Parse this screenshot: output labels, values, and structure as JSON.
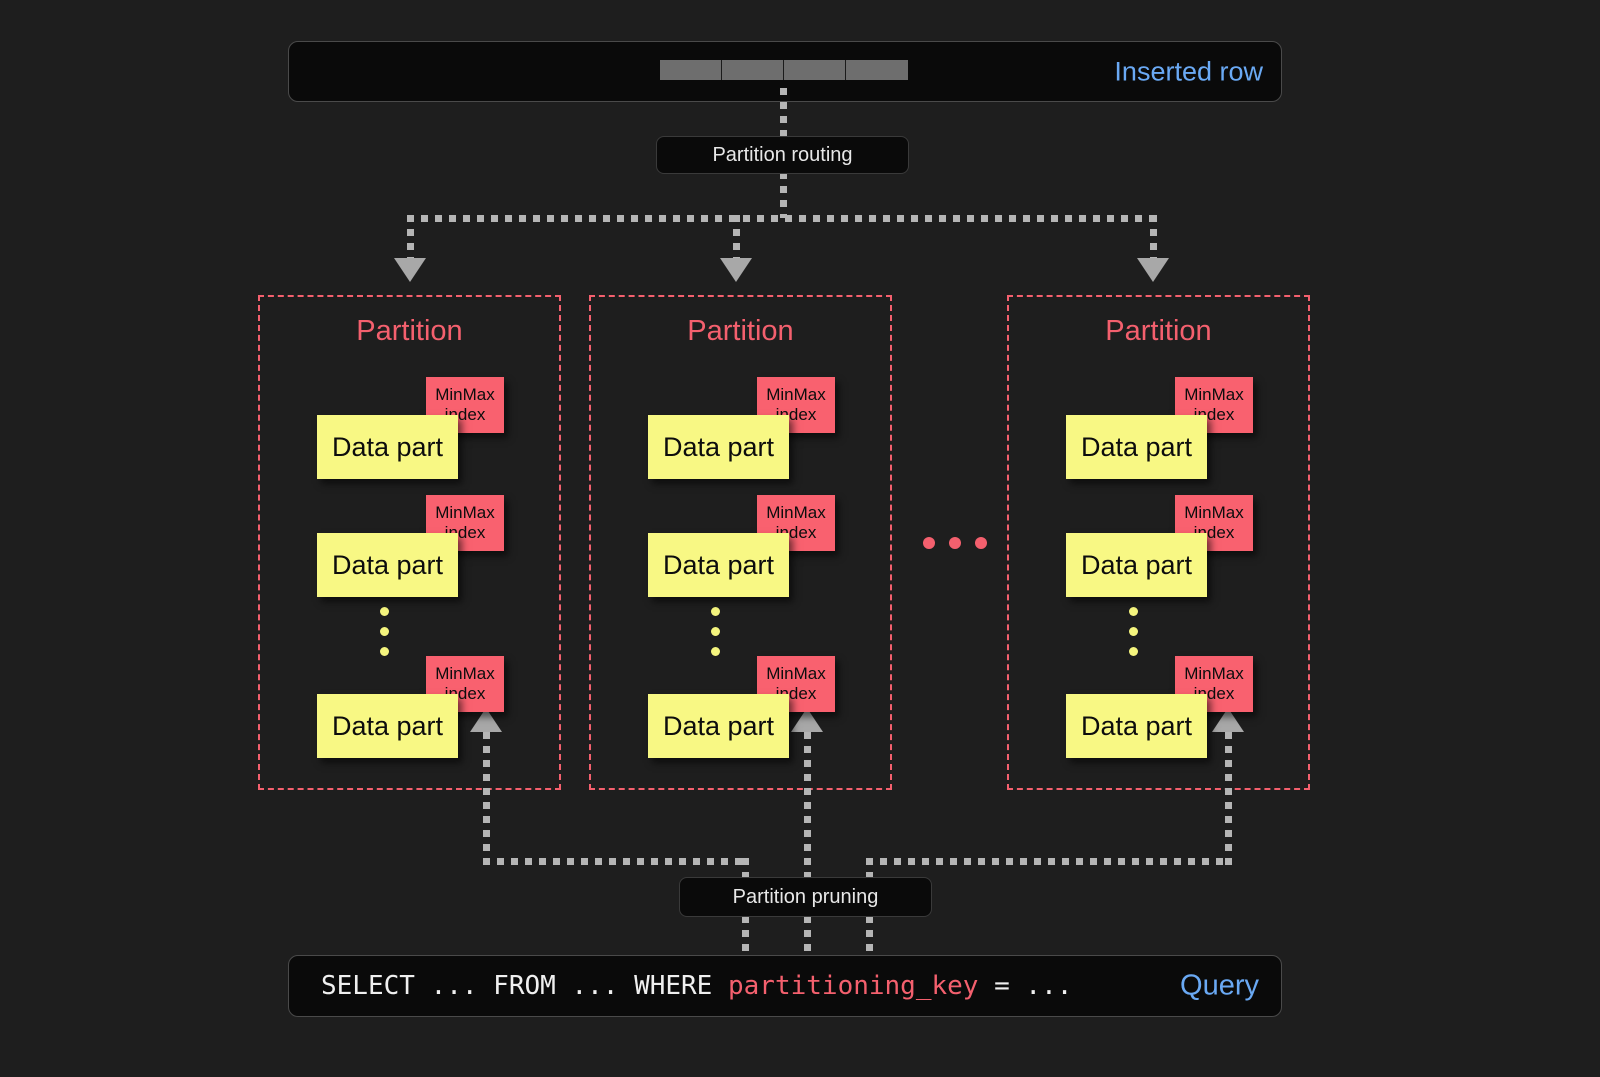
{
  "background": "#1e1e1e",
  "colors": {
    "accent_blue": "#6aa9f4",
    "accent_red": "#f4606e",
    "data_part_yellow": "#f8f884",
    "minmax_pink": "#f9616f",
    "connector_gray": "#b5b5b5",
    "panel_black": "#0a0a0a"
  },
  "inserted_row": {
    "label": "Inserted row",
    "cell_count": 4,
    "cell_color": "#6e6e6e"
  },
  "routing": {
    "label": "Partition routing"
  },
  "pruning": {
    "label": "Partition pruning"
  },
  "partitions": [
    {
      "title": "Partition",
      "parts": [
        {
          "data_part_label": "Data part",
          "minmax_line1": "MinMax",
          "minmax_line2": "index"
        },
        {
          "data_part_label": "Data part",
          "minmax_line1": "MinMax",
          "minmax_line2": "index"
        },
        {
          "data_part_label": "Data part",
          "minmax_line1": "MinMax",
          "minmax_line2": "index"
        }
      ],
      "ellipsis_dots": 3
    },
    {
      "title": "Partition",
      "parts": [
        {
          "data_part_label": "Data part",
          "minmax_line1": "MinMax",
          "minmax_line2": "index"
        },
        {
          "data_part_label": "Data part",
          "minmax_line1": "MinMax",
          "minmax_line2": "index"
        },
        {
          "data_part_label": "Data part",
          "minmax_line1": "MinMax",
          "minmax_line2": "index"
        }
      ],
      "ellipsis_dots": 3
    },
    {
      "title": "Partition",
      "parts": [
        {
          "data_part_label": "Data part",
          "minmax_line1": "MinMax",
          "minmax_line2": "index"
        },
        {
          "data_part_label": "Data part",
          "minmax_line1": "MinMax",
          "minmax_line2": "index"
        },
        {
          "data_part_label": "Data part",
          "minmax_line1": "MinMax",
          "minmax_line2": "index"
        }
      ],
      "ellipsis_dots": 3
    }
  ],
  "middle_ellipsis_dots": 3,
  "query": {
    "prefix": "SELECT ... FROM ... WHERE ",
    "keyword": "partitioning_key",
    "suffix": " = ...",
    "label": "Query"
  }
}
